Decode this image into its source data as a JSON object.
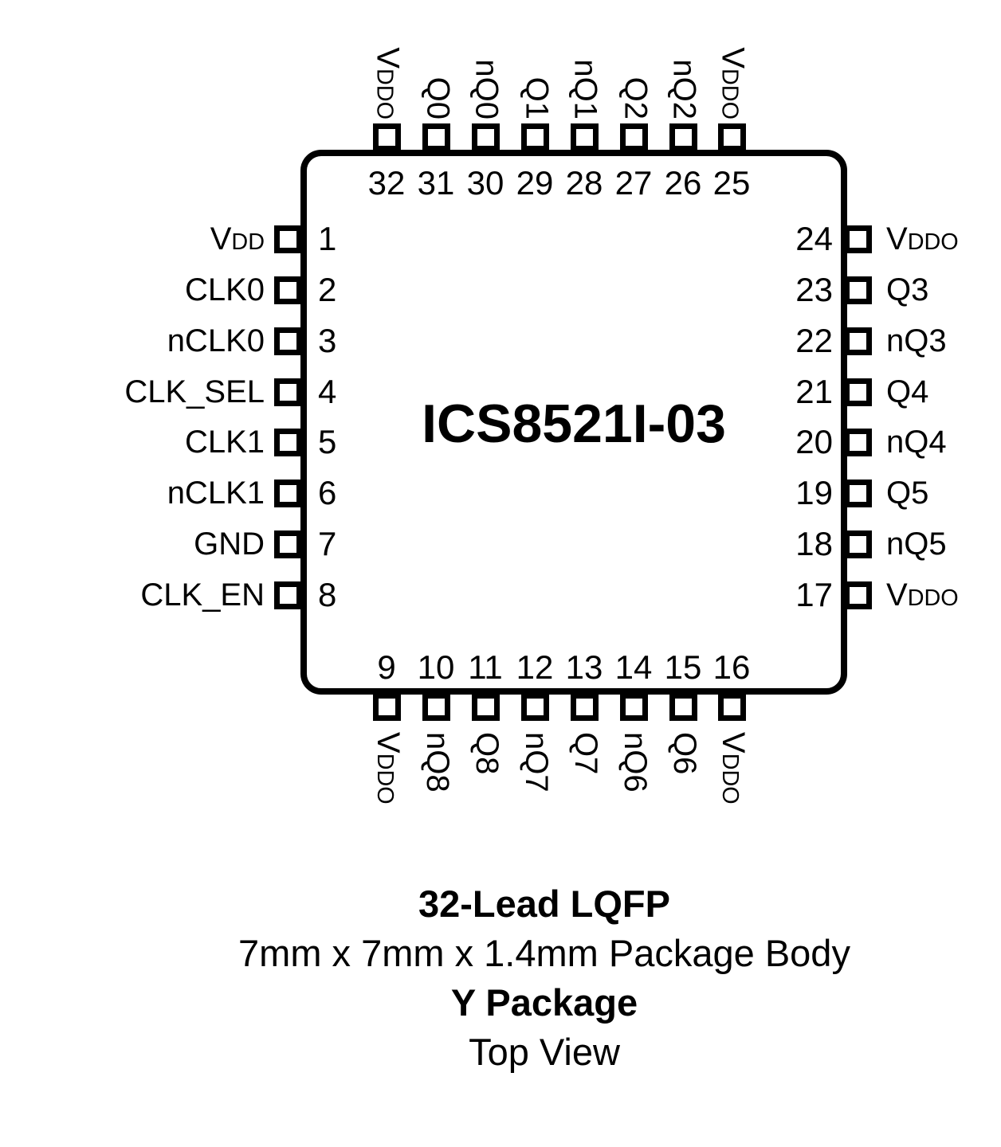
{
  "chip": {
    "part_number": "ICS8521I-03"
  },
  "pins": {
    "top": [
      {
        "num": "32",
        "label": {
          "main": "V",
          "sub": "DDO"
        }
      },
      {
        "num": "31",
        "label": {
          "main": "Q0",
          "sub": ""
        }
      },
      {
        "num": "30",
        "label": {
          "main": "nQ0",
          "sub": ""
        }
      },
      {
        "num": "29",
        "label": {
          "main": "Q1",
          "sub": ""
        }
      },
      {
        "num": "28",
        "label": {
          "main": "nQ1",
          "sub": ""
        }
      },
      {
        "num": "27",
        "label": {
          "main": "Q2",
          "sub": ""
        }
      },
      {
        "num": "26",
        "label": {
          "main": "nQ2",
          "sub": ""
        }
      },
      {
        "num": "25",
        "label": {
          "main": "V",
          "sub": "DDO"
        }
      }
    ],
    "left": [
      {
        "num": "1",
        "label": {
          "main": "V",
          "sub": "DD"
        }
      },
      {
        "num": "2",
        "label": {
          "main": "CLK0",
          "sub": ""
        }
      },
      {
        "num": "3",
        "label": {
          "main": "nCLK0",
          "sub": ""
        }
      },
      {
        "num": "4",
        "label": {
          "main": "CLK_SEL",
          "sub": ""
        }
      },
      {
        "num": "5",
        "label": {
          "main": "CLK1",
          "sub": ""
        }
      },
      {
        "num": "6",
        "label": {
          "main": "nCLK1",
          "sub": ""
        }
      },
      {
        "num": "7",
        "label": {
          "main": "GND",
          "sub": ""
        }
      },
      {
        "num": "8",
        "label": {
          "main": "CLK_EN",
          "sub": ""
        }
      }
    ],
    "right": [
      {
        "num": "24",
        "label": {
          "main": "V",
          "sub": "DDO"
        }
      },
      {
        "num": "23",
        "label": {
          "main": "Q3",
          "sub": ""
        }
      },
      {
        "num": "22",
        "label": {
          "main": "nQ3",
          "sub": ""
        }
      },
      {
        "num": "21",
        "label": {
          "main": "Q4",
          "sub": ""
        }
      },
      {
        "num": "20",
        "label": {
          "main": "nQ4",
          "sub": ""
        }
      },
      {
        "num": "19",
        "label": {
          "main": "Q5",
          "sub": ""
        }
      },
      {
        "num": "18",
        "label": {
          "main": "nQ5",
          "sub": ""
        }
      },
      {
        "num": "17",
        "label": {
          "main": "V",
          "sub": "DDO"
        }
      }
    ],
    "bottom": [
      {
        "num": "9",
        "label": {
          "main": "V",
          "sub": "DDO"
        }
      },
      {
        "num": "10",
        "label": {
          "main": "nQ8",
          "sub": ""
        }
      },
      {
        "num": "11",
        "label": {
          "main": "Q8",
          "sub": ""
        }
      },
      {
        "num": "12",
        "label": {
          "main": "nQ7",
          "sub": ""
        }
      },
      {
        "num": "13",
        "label": {
          "main": "Q7",
          "sub": ""
        }
      },
      {
        "num": "14",
        "label": {
          "main": "nQ6",
          "sub": ""
        }
      },
      {
        "num": "15",
        "label": {
          "main": "Q6",
          "sub": ""
        }
      },
      {
        "num": "16",
        "label": {
          "main": "V",
          "sub": "DDO"
        }
      }
    ]
  },
  "caption": {
    "package": "32-Lead LQFP",
    "body_size": "7mm x 7mm x 1.4mm Package Body",
    "package_code": "Y Package",
    "view": "Top View"
  },
  "colors": {
    "line": "#000000",
    "background": "#ffffff"
  }
}
